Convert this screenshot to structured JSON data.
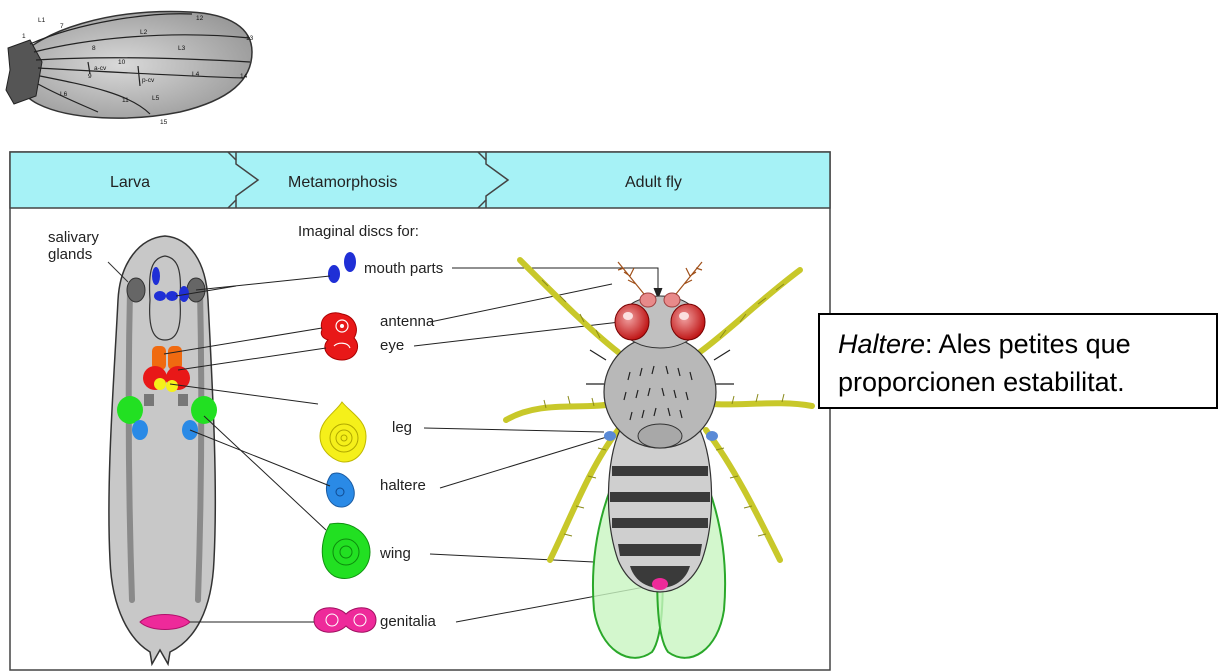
{
  "wing_inset": {
    "vein_labels": [
      "L1",
      "L2",
      "L3",
      "L4",
      "L5",
      "L6"
    ],
    "crossvein_labels": [
      "a-cv",
      "p-cv"
    ],
    "numbers": [
      "1",
      "7",
      "8",
      "9",
      "10",
      "11",
      "12",
      "13",
      "14",
      "15"
    ]
  },
  "banner": {
    "stages": [
      "Larva",
      "Metamorphosis",
      "Adult fly"
    ],
    "color": "#a6f2f6"
  },
  "larva": {
    "label_line1": "salivary",
    "label_line2": "glands"
  },
  "discs": {
    "heading": "Imaginal discs for:",
    "items": [
      {
        "label": "mouth parts",
        "color": "#1f2fd6"
      },
      {
        "label": "antenna",
        "color": "#e81818"
      },
      {
        "label": "eye",
        "color": "#e81818"
      },
      {
        "label": "leg",
        "color": "#f5f01a"
      },
      {
        "label": "haltere",
        "color": "#2a8ae6"
      },
      {
        "label": "wing",
        "color": "#22e022"
      },
      {
        "label": "genitalia",
        "color": "#ee2a9a"
      }
    ]
  },
  "callout": {
    "term": "Haltere",
    "rest_line1": ": Ales petites que",
    "line2": "proporcionen estabilitat."
  }
}
